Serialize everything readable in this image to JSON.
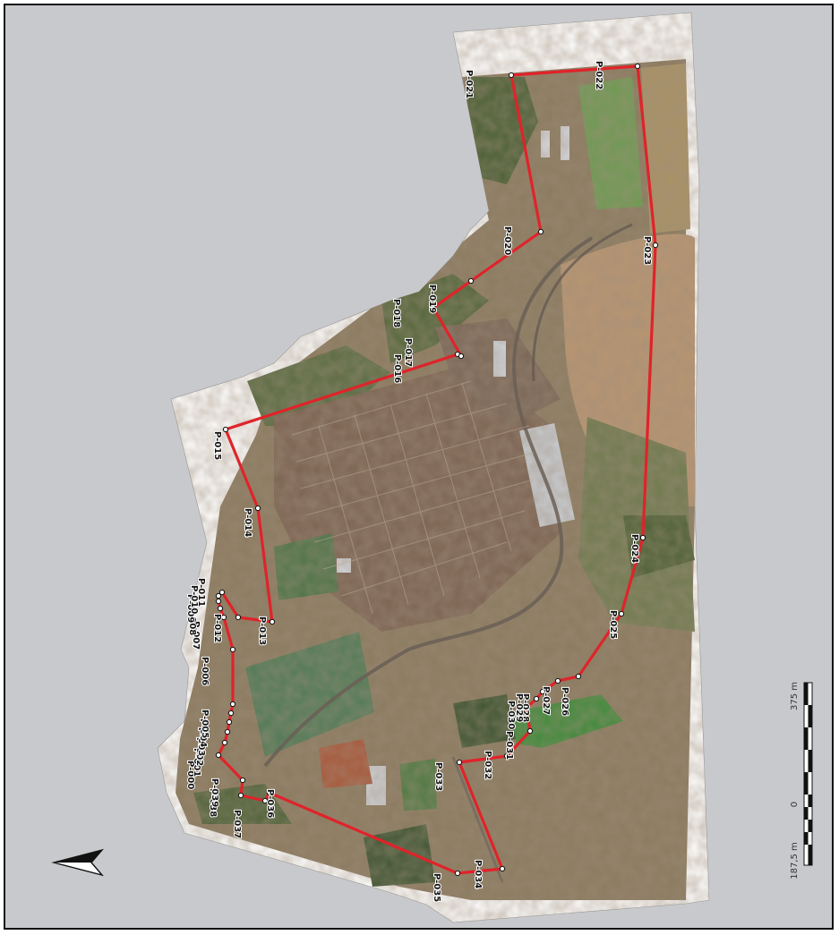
{
  "map": {
    "colors": {
      "background": "#c8c9cc",
      "boundary": "#e0232a",
      "ortho_white": "#ffffff",
      "vegetation": "#3f5a2c",
      "urban": "#8b6a50",
      "field": "#b8956b",
      "crop_green": "#5f8f4f"
    },
    "north_arrow": {
      "icon": "north-arrow-icon"
    },
    "points": [
      {
        "id": "P-000",
        "label": "P-000"
      },
      {
        "id": "P-001",
        "label": "P-001"
      },
      {
        "id": "P-002",
        "label": "P-002"
      },
      {
        "id": "P-003",
        "label": "P-003"
      },
      {
        "id": "P-004",
        "label": "P-004"
      },
      {
        "id": "P-005",
        "label": "P-005"
      },
      {
        "id": "P-006",
        "label": "P-006"
      },
      {
        "id": "P-007",
        "label": "P-007"
      },
      {
        "id": "P-008",
        "label": "P-008"
      },
      {
        "id": "P-009",
        "label": "P-009"
      },
      {
        "id": "P-010",
        "label": "P-010"
      },
      {
        "id": "P-011",
        "label": "P-011"
      },
      {
        "id": "P-012",
        "label": "P-012"
      },
      {
        "id": "P-013",
        "label": "P-013"
      },
      {
        "id": "P-014",
        "label": "P-014"
      },
      {
        "id": "P-015",
        "label": "P-015"
      },
      {
        "id": "P-016",
        "label": "P-016"
      },
      {
        "id": "P-017",
        "label": "P-017"
      },
      {
        "id": "P-018",
        "label": "P-018"
      },
      {
        "id": "P-019",
        "label": "P-019"
      },
      {
        "id": "P-020",
        "label": "P-020"
      },
      {
        "id": "P-021",
        "label": "P-021"
      },
      {
        "id": "P-022",
        "label": "P-022"
      },
      {
        "id": "P-023",
        "label": "P-023"
      },
      {
        "id": "P-024",
        "label": "P-024"
      },
      {
        "id": "P-025",
        "label": "P-025"
      },
      {
        "id": "P-026",
        "label": "P-026"
      },
      {
        "id": "P-027",
        "label": "P-027"
      },
      {
        "id": "P-028",
        "label": "P-028"
      },
      {
        "id": "P-029",
        "label": "P-029"
      },
      {
        "id": "P-030",
        "label": "P-030"
      },
      {
        "id": "P-031",
        "label": "P-031"
      },
      {
        "id": "P-032",
        "label": "P-032"
      },
      {
        "id": "P-033",
        "label": "P-033"
      },
      {
        "id": "P-034",
        "label": "P-034"
      },
      {
        "id": "P-035",
        "label": "P-035"
      },
      {
        "id": "P-036",
        "label": "P-036"
      },
      {
        "id": "P-037",
        "label": "P-037"
      },
      {
        "id": "P-038",
        "label": "P-038"
      },
      {
        "id": "P-039",
        "label": "P-039"
      }
    ],
    "scale_bar": {
      "labels": [
        "0",
        "187,5 m",
        "375 m"
      ]
    }
  }
}
